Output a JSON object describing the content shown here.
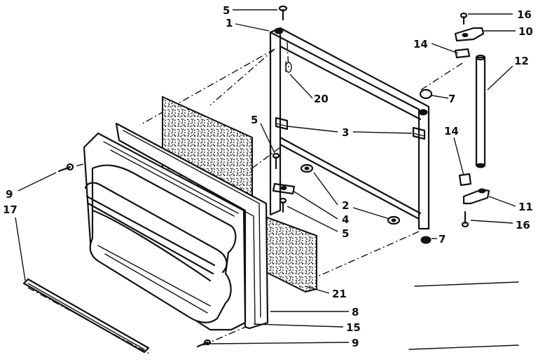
{
  "callouts": [
    {
      "id": "c5a",
      "label": "5"
    },
    {
      "id": "c1",
      "label": "1"
    },
    {
      "id": "c16a",
      "label": "16"
    },
    {
      "id": "c10",
      "label": "10"
    },
    {
      "id": "c14a",
      "label": "14"
    },
    {
      "id": "c12",
      "label": "12"
    },
    {
      "id": "c20",
      "label": "20"
    },
    {
      "id": "c7a",
      "label": "7"
    },
    {
      "id": "c5b",
      "label": "5"
    },
    {
      "id": "c3",
      "label": "3"
    },
    {
      "id": "c14b",
      "label": "14"
    },
    {
      "id": "c9a",
      "label": "9"
    },
    {
      "id": "c17",
      "label": "17"
    },
    {
      "id": "c2",
      "label": "2"
    },
    {
      "id": "c11",
      "label": "11"
    },
    {
      "id": "c4",
      "label": "4"
    },
    {
      "id": "c16b",
      "label": "16"
    },
    {
      "id": "c5c",
      "label": "5"
    },
    {
      "id": "c7b",
      "label": "7"
    },
    {
      "id": "c21",
      "label": "21"
    },
    {
      "id": "c8",
      "label": "8"
    },
    {
      "id": "c15",
      "label": "15"
    },
    {
      "id": "c9b",
      "label": "9"
    }
  ],
  "colors": {
    "ink": "#111111",
    "paper": "#ffffff"
  }
}
